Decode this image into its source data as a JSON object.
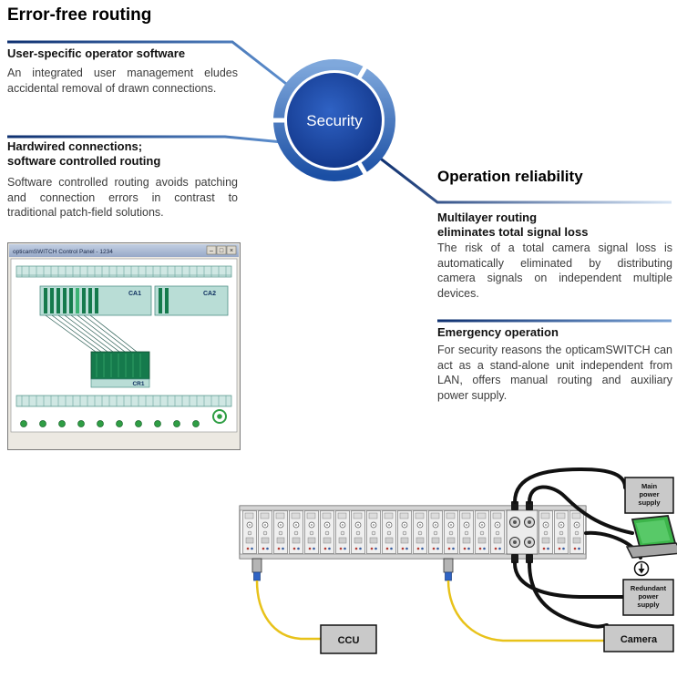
{
  "header": {
    "title": "Error-free routing"
  },
  "security": {
    "label": "Security"
  },
  "left": {
    "s1": {
      "heading": "User-specific operator software",
      "body": "An integrated user management eludes accidental removal of drawn connections."
    },
    "s2": {
      "heading1": "Hardwired connections;",
      "heading2": "software controlled routing",
      "body": "Software controlled routing avoids patching and connection errors in contrast to traditional patch-field solutions."
    }
  },
  "right": {
    "title": "Operation reliability",
    "s1": {
      "heading1": "Multilayer routing",
      "heading2": "eliminates total signal loss",
      "body": "The risk of a total camera signal loss is automatically eliminated by distributing camera signals on independent multiple devices."
    },
    "s2": {
      "heading": "Emergency operation",
      "body": "For security reasons the opticamSWITCH can act as a stand-alone unit independent from LAN, offers manual routing and auxiliary power supply."
    }
  },
  "screenshot": {
    "window_title": "opticamSWITCH Control Panel - 1234",
    "controls": {
      "minimize": "–",
      "maximize": "□",
      "close": "×"
    },
    "labels": {
      "ca1": "CA1",
      "ca2": "CA2",
      "cr1": "CR1"
    }
  },
  "diagram": {
    "ccu_label": "CCU",
    "camera_label": "Camera",
    "main_power": [
      "Main",
      "power",
      "supply"
    ],
    "redundant_power": [
      "Redundant",
      "power",
      "supply"
    ]
  },
  "colors": {
    "accent_dark": "#0e3070",
    "accent_light": "#9dbfe4",
    "circle_fill": "#123f9e",
    "teal_block": "#b9ddd6",
    "green_block": "#157a4c",
    "fiber_yellow": "#e8c21a"
  }
}
